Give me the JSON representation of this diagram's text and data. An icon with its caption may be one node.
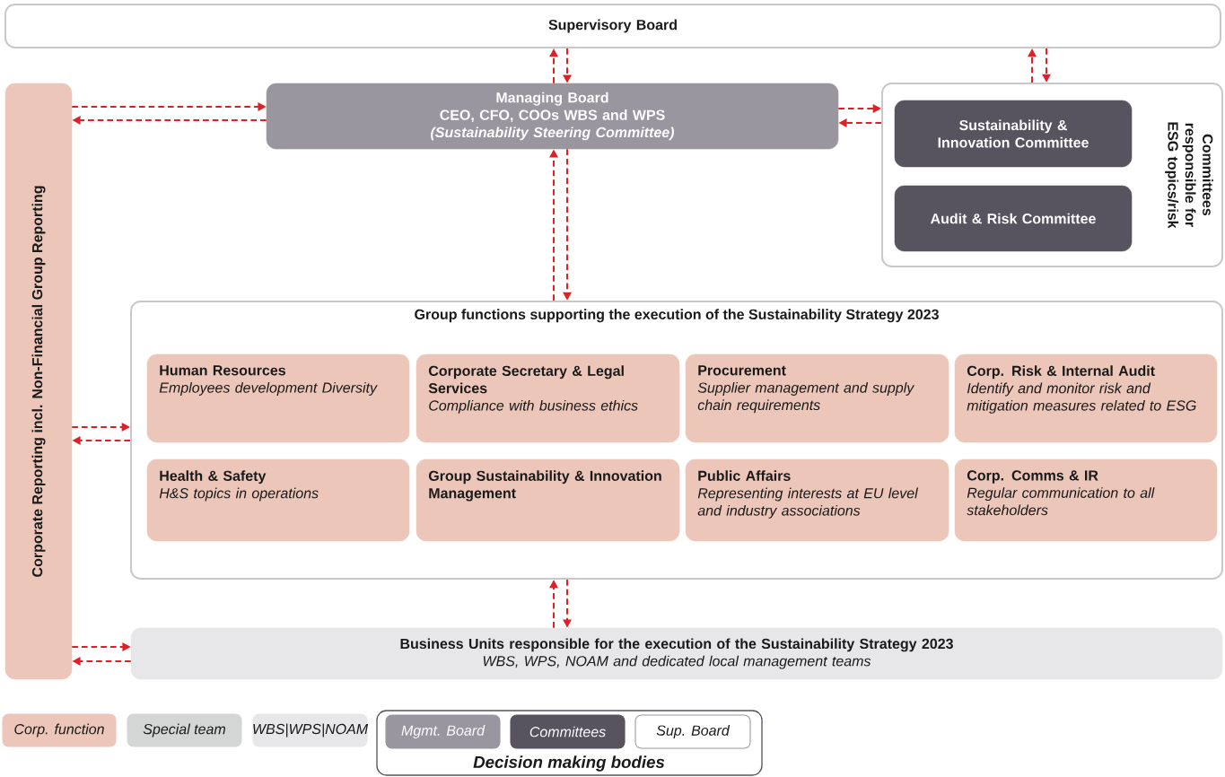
{
  "diagram": {
    "nodes": [
      {
        "text": [
          "Supervisory Board"
        ]
      },
      {
        "text": [
          "Managing Board",
          "CEO, CFO, COOs WBS and WPS",
          "(Sustainability Steering Committee)"
        ]
      },
      {
        "text": [
          "Committees responsible for ESG topics/risk"
        ]
      },
      {
        "text": [
          "Sustainability & Innovation Committee"
        ],
        "in": 2
      },
      {
        "text": [
          "Audit & Risk Committee"
        ],
        "in": 2
      },
      {
        "text": [
          "Corporate Reporting incl. Non-Financial Group Reporting"
        ]
      },
      {
        "text": [
          "Group functions supporting the execution of the Sustainability Strategy 2023"
        ]
      },
      {
        "text": [
          "Human Resources",
          "Employees development Diversity"
        ],
        "in": 6
      },
      {
        "text": [
          "Corporate Secretary & Legal Services",
          "Compliance with business ethics"
        ],
        "in": 6
      },
      {
        "text": [
          "Procurement",
          "Supplier management and supply chain requirements"
        ],
        "in": 6
      },
      {
        "text": [
          "Corp. Risk & Internal Audit",
          "Identify and monitor risk and mitigation measures related to ESG"
        ],
        "in": 6
      },
      {
        "text": [
          "Health & Safety",
          "H&S topics in operations"
        ],
        "in": 6
      },
      {
        "text": [
          "Group Sustainability & Innovation Management"
        ],
        "in": 6
      },
      {
        "text": [
          "Public Affairs",
          "Representing interests at EU level and industry associations"
        ],
        "in": 6
      },
      {
        "text": [
          "Corp. Comms & IR",
          "Regular communication to all stakeholders"
        ],
        "in": 6
      },
      {
        "text": [
          "Business Units responsible for the execution of the Sustainability Strategy 2023",
          "WBS, WPS, NOAM and dedicated local management teams"
        ]
      }
    ],
    "edges": [
      {
        "from": 1,
        "to": 0,
        "arrow": "to",
        "style": "dashed"
      },
      {
        "from": 0,
        "to": 1,
        "arrow": "to",
        "style": "dashed"
      },
      {
        "from": 2,
        "to": 0,
        "arrow": "to",
        "style": "dashed"
      },
      {
        "from": 0,
        "to": 2,
        "arrow": "to",
        "style": "dashed"
      },
      {
        "from": 5,
        "to": 1,
        "arrow": "to",
        "style": "dashed"
      },
      {
        "from": 1,
        "to": 5,
        "arrow": "to",
        "style": "dashed"
      },
      {
        "from": 1,
        "to": 2,
        "arrow": "to",
        "style": "dashed"
      },
      {
        "from": 2,
        "to": 1,
        "arrow": "to",
        "style": "dashed"
      },
      {
        "from": 6,
        "to": 1,
        "arrow": "to",
        "style": "dashed"
      },
      {
        "from": 1,
        "to": 6,
        "arrow": "to",
        "style": "dashed"
      },
      {
        "from": 5,
        "to": 6,
        "arrow": "to",
        "style": "dashed"
      },
      {
        "from": 6,
        "to": 5,
        "arrow": "to",
        "style": "dashed"
      },
      {
        "from": 15,
        "to": 6,
        "arrow": "to",
        "style": "dashed"
      },
      {
        "from": 6,
        "to": 15,
        "arrow": "to",
        "style": "dashed"
      },
      {
        "from": 5,
        "to": 15,
        "arrow": "to",
        "style": "dashed"
      },
      {
        "from": 15,
        "to": 5,
        "arrow": "to",
        "style": "dashed"
      }
    ],
    "labels": [
      "Decision making bodies"
    ],
    "legend": [
      {
        "text": "Corp. function",
        "color": "#ebc6b9"
      },
      {
        "text": "Special team",
        "color": "#d4d6d5"
      },
      {
        "text": "WBS|WPS|NOAM",
        "color": "#e7e7e9"
      },
      {
        "text": "Mgmt. Board",
        "color": "#9a96a0"
      },
      {
        "text": "Committees",
        "color": "#57535f"
      },
      {
        "text": "Sup. Board"
      }
    ]
  }
}
